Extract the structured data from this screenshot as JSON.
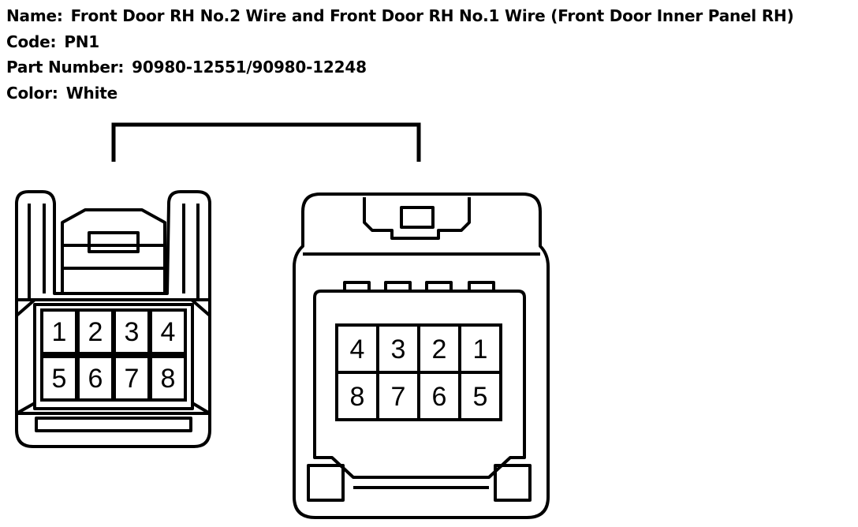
{
  "info": {
    "name_label": "Name:",
    "name_value": "Front Door RH No.2 Wire and Front Door RH No.1 Wire (Front Door Inner Panel RH)",
    "code_label": "Code:",
    "code_value": "PN1",
    "part_label": "Part Number:",
    "part_value": "90980-12551/90980-12248",
    "color_label": "Color:",
    "color_value": "White"
  },
  "left_connector": {
    "row1": [
      "1",
      "2",
      "3",
      "4"
    ],
    "row2": [
      "5",
      "6",
      "7",
      "8"
    ]
  },
  "right_connector": {
    "row1": [
      "4",
      "3",
      "2",
      "1"
    ],
    "row2": [
      "8",
      "7",
      "6",
      "5"
    ]
  }
}
